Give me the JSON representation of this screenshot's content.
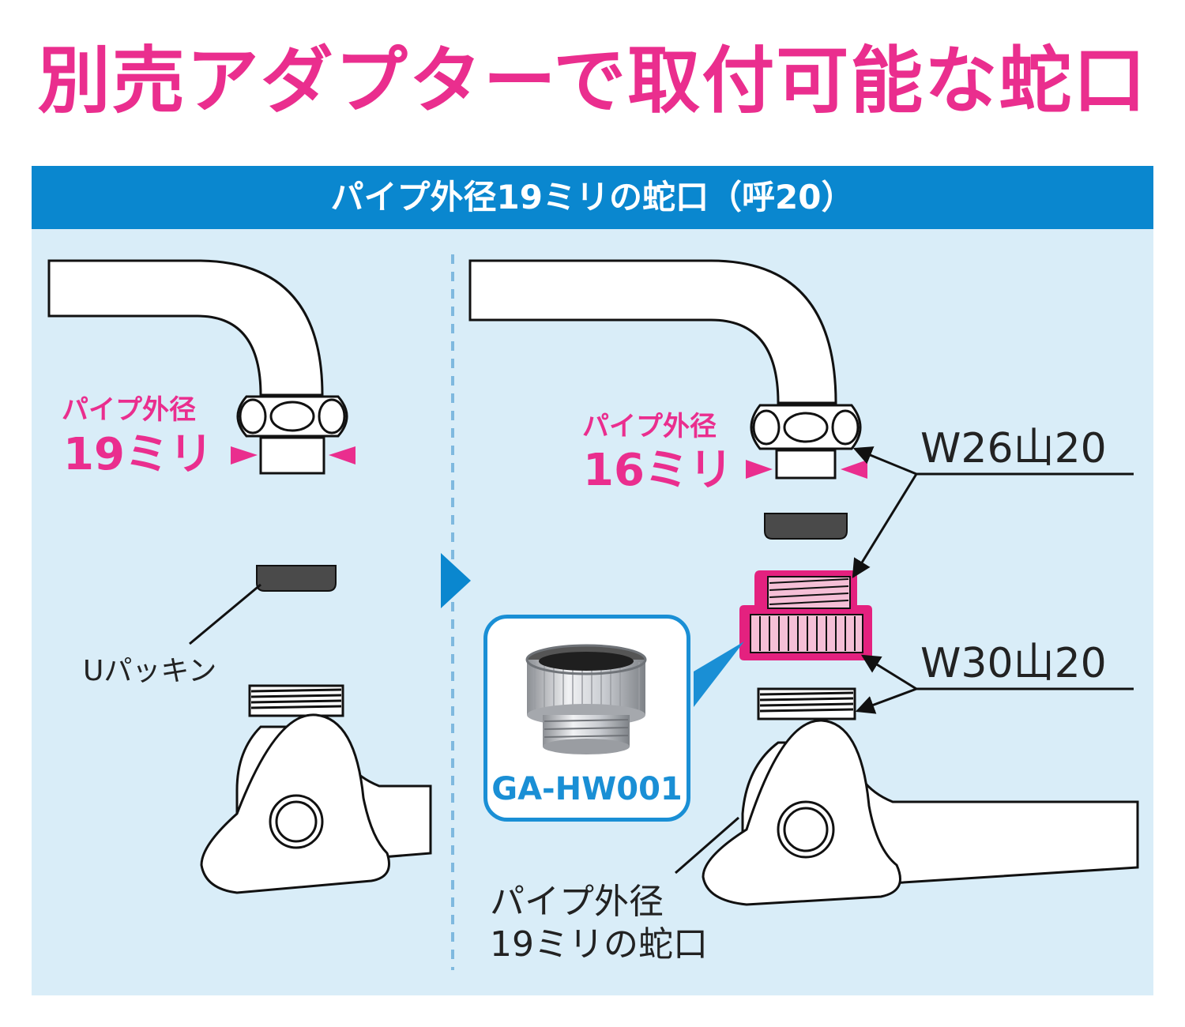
{
  "title": "別売アダプターで取付可能な蛇口",
  "banner": "パイプ外径19ミリの蛇口（呼20）",
  "left": {
    "pipe_label": "パイプ外径",
    "pipe_size": "19ミリ",
    "packing_label": "Uパッキン"
  },
  "right": {
    "pipe_label": "パイプ外径",
    "pipe_size": "16ミリ",
    "thread_top": "W26山20",
    "thread_bottom": "W30山20",
    "faucet_label_line1": "パイプ外径",
    "faucet_label_line2": "19ミリの蛇口"
  },
  "product": {
    "model": "GA-HW001"
  },
  "colors": {
    "title": "#ea2e8e",
    "banner": "#0a87cf",
    "panel": "#d9edf8",
    "adapter_fill": "#f5bfd6",
    "adapter_outline": "#e4217f",
    "callout_border": "#1a8fd5",
    "packing": "#4a4a4a"
  },
  "icons": [
    "arrow-right-icon",
    "faucet-illustration",
    "adapter-photo"
  ]
}
